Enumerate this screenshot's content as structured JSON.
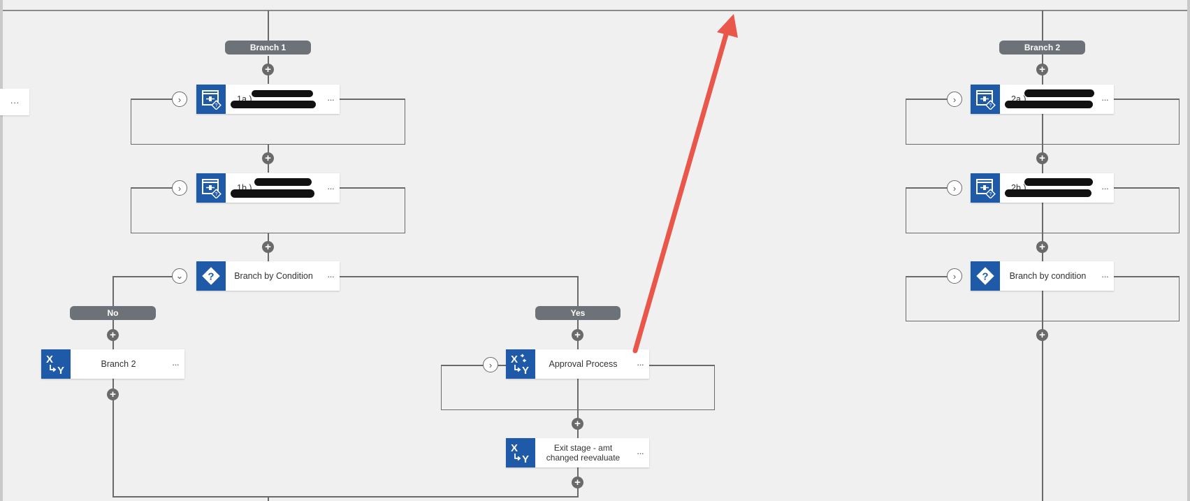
{
  "branches": {
    "branch1": {
      "label": "Branch 1"
    },
    "branch2": {
      "label": "Branch 2"
    }
  },
  "steps": {
    "step_1a": {
      "label": "1a.)"
    },
    "step_1b": {
      "label": "1b.)"
    },
    "step_2a": {
      "label": "2a.)"
    },
    "step_2b": {
      "label": "2b.)"
    },
    "branch_by_condition_left": {
      "label": "Branch by Condition"
    },
    "branch_by_condition_right": {
      "label": "Branch by condition"
    },
    "branch2_action": {
      "label": "Branch 2"
    },
    "approval_process": {
      "label": "Approval Process"
    },
    "exit_stage": {
      "label": "Exit stage - amt changed reevaluate"
    }
  },
  "conditions": {
    "no": {
      "label": "No"
    },
    "yes": {
      "label": "Yes"
    }
  },
  "ui": {
    "more_label": "···",
    "plus_glyph": "+",
    "chevron_right": "›",
    "chevron_down": "⌄"
  },
  "colors": {
    "accent": "#1e5aa8",
    "connector": "#6a6a6a",
    "pill": "#6d7278",
    "arrow": "#e8574a",
    "background": "#f0f0f0"
  },
  "icons": {
    "stage_icon": "stage-condition-icon",
    "condition_icon": "question-diamond-icon",
    "assign_icon": "variable-assign-icon"
  }
}
